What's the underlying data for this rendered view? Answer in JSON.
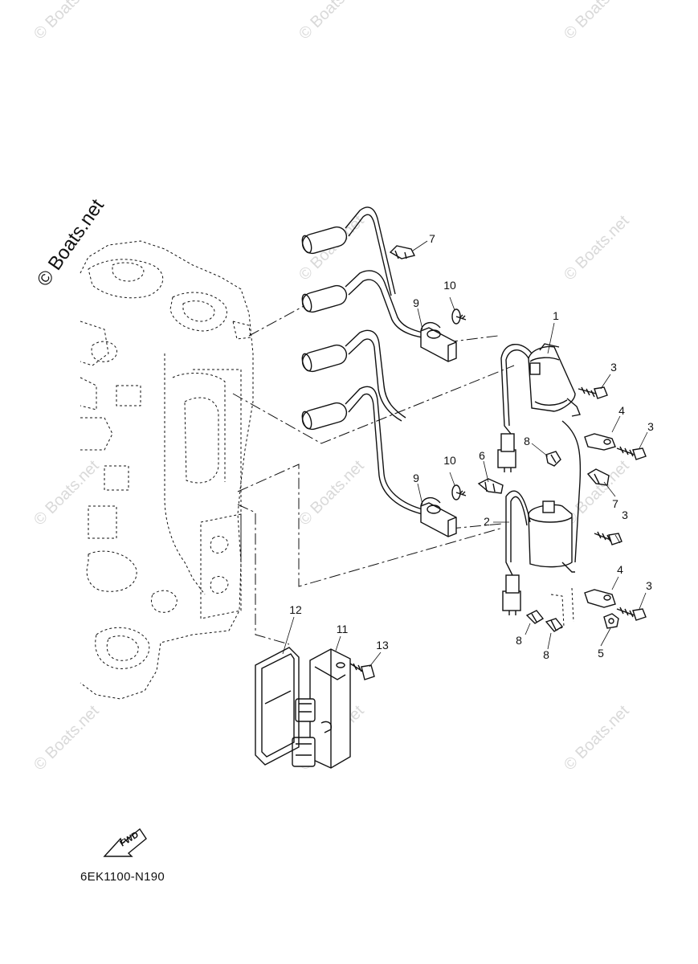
{
  "watermark": {
    "text": "© Boats.net",
    "color": "#d9d9d9",
    "main_color": "#111111"
  },
  "diagram_code": "6EK1100-N190",
  "fwd_label": "FWD",
  "callouts": [
    {
      "id": "c1",
      "label": "1"
    },
    {
      "id": "c2",
      "label": "2"
    },
    {
      "id": "c3a",
      "label": "3"
    },
    {
      "id": "c3b",
      "label": "3"
    },
    {
      "id": "c3c",
      "label": "3"
    },
    {
      "id": "c3d",
      "label": "3"
    },
    {
      "id": "c4a",
      "label": "4"
    },
    {
      "id": "c4b",
      "label": "4"
    },
    {
      "id": "c5",
      "label": "5"
    },
    {
      "id": "c6",
      "label": "6"
    },
    {
      "id": "c7a",
      "label": "7"
    },
    {
      "id": "c7b",
      "label": "7"
    },
    {
      "id": "c8a",
      "label": "8"
    },
    {
      "id": "c8b",
      "label": "8"
    },
    {
      "id": "c8c",
      "label": "8"
    },
    {
      "id": "c9a",
      "label": "9"
    },
    {
      "id": "c9b",
      "label": "9"
    },
    {
      "id": "c10a",
      "label": "10"
    },
    {
      "id": "c10b",
      "label": "10"
    },
    {
      "id": "c11",
      "label": "11"
    },
    {
      "id": "c12",
      "label": "12"
    },
    {
      "id": "c13",
      "label": "13"
    }
  ]
}
